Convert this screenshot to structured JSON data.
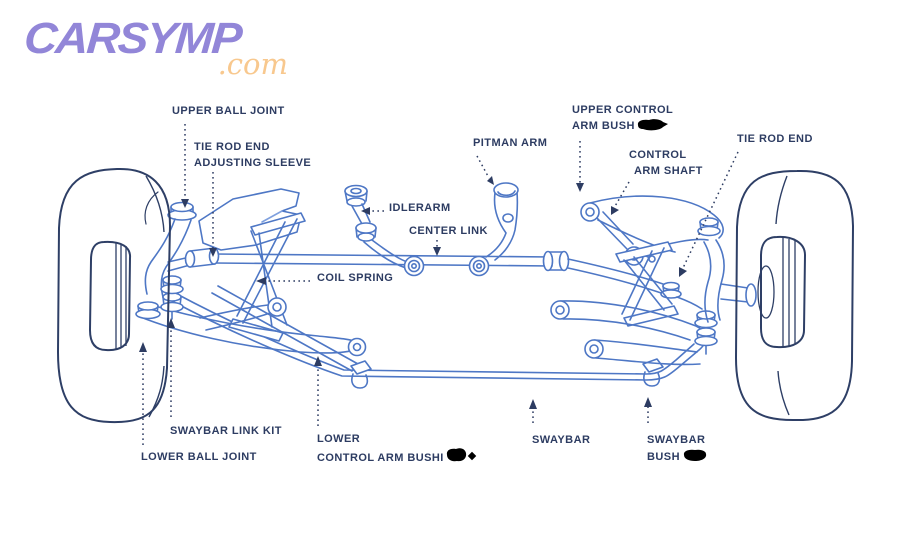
{
  "brand": {
    "name": "CARSYMP",
    "tld": ".com"
  },
  "colors": {
    "logo_purple": "#9286d8",
    "logo_gold": "#f8c88e",
    "label_navy": "#2d3c62",
    "tire_navy": "#2e3f66",
    "suspension_blue": "#4e77c5",
    "suspension_blue_light": "#7fa0de",
    "redaction_black": "#000000",
    "background": "#ffffff"
  },
  "diagram": {
    "type": "front-suspension-parts-diagram",
    "labels": [
      {
        "id": "upper-ball-joint",
        "text": "UPPER BALL JOINT"
      },
      {
        "id": "tie-rod-end-adjusting-sleeve",
        "line1": "TIE ROD END",
        "line2": "ADJUSTING SLEEVE"
      },
      {
        "id": "pitman-arm",
        "text": "PITMAN ARM"
      },
      {
        "id": "upper-control-arm-bushings",
        "line1": "UPPER CONTROL",
        "line2": "ARM BUSH",
        "redacted": true
      },
      {
        "id": "control-arm-shaft",
        "line1": "CONTROL",
        "line2": "ARM SHAFT"
      },
      {
        "id": "tie-rod-end",
        "text": "TIE ROD END"
      },
      {
        "id": "idler-arm",
        "text": "IDLERARM"
      },
      {
        "id": "center-link",
        "text": "CENTER LINK"
      },
      {
        "id": "coil-spring",
        "text": "COIL SPRING"
      },
      {
        "id": "swaybar-link-kit",
        "text": "SWAYBAR LINK KIT"
      },
      {
        "id": "lower-ball-joint",
        "text": "LOWER BALL JOINT"
      },
      {
        "id": "lower-control-arm-bushings",
        "line1": "LOWER",
        "line2": "CONTROL ARM BUSHI",
        "redacted": true
      },
      {
        "id": "swaybar",
        "text": "SWAYBAR"
      },
      {
        "id": "swaybar-bushings",
        "line1": "SWAYBAR",
        "line2": "BUSH",
        "redacted": true
      }
    ]
  }
}
